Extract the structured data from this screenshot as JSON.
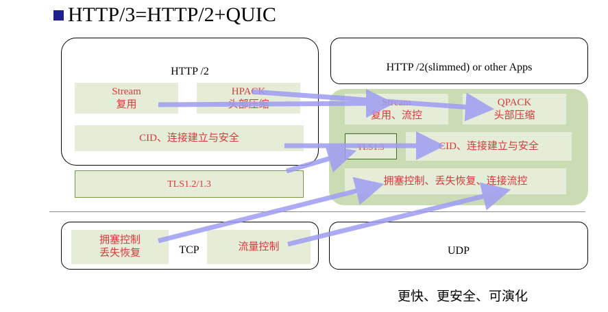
{
  "title": "HTTP/3=HTTP/2+QUIC",
  "colors": {
    "bullet": "#1f1f8f",
    "cell_bg": "#e5ecd7",
    "green_bg": "#c9dcb3",
    "green_border": "#7a9a42",
    "red_text": "#d63a3a",
    "arrow": "#9d9df2"
  },
  "left": {
    "http2": {
      "label": "HTTP /2",
      "stream_line1": "Stream",
      "stream_line2": "复用",
      "hpack_line1": "HPACK",
      "hpack_line2": "头部压缩",
      "cid": "CID、连接建立与安全"
    },
    "tls": "TLS1.2/1.3",
    "tcp": {
      "label": "TCP",
      "congestion_line1": "拥塞控制",
      "congestion_line2": "丢失恢复",
      "flow": "流量控制"
    }
  },
  "right": {
    "http2_slim": "HTTP /2(slimmed) or other Apps",
    "stream_line1": "Stream",
    "stream_line2": "复用、流控",
    "qpack_line1": "QPACK",
    "qpack_line2": "头部压缩",
    "tls": "TLS1.3",
    "cid": "CID、连接建立与安全",
    "congestion": "拥塞控制、丢失恢复、连接流控",
    "udp": "UDP"
  },
  "footer": "更快、更安全、可演化"
}
